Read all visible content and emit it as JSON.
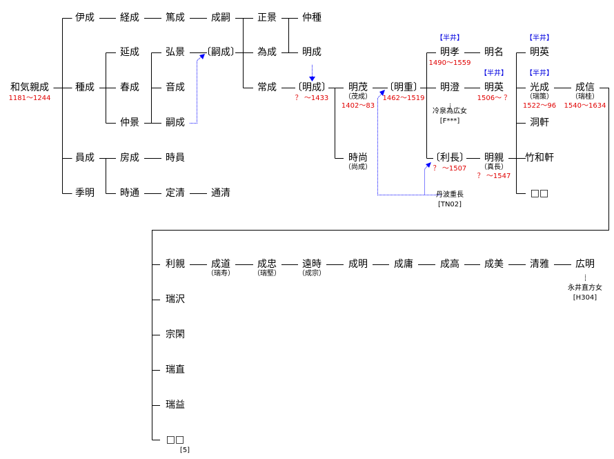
{
  "persons": {
    "chikanari": {
      "name": "和気親成",
      "date": "1181〜1244"
    },
    "korenari": {
      "name": "伊成"
    },
    "tsunenari": {
      "name": "経成"
    },
    "atsunari": {
      "name": "篤成"
    },
    "naritsugu": {
      "name": "成嗣"
    },
    "masakage": {
      "name": "正景"
    },
    "nakatane": {
      "name": "仲種"
    },
    "tanenari": {
      "name": "種成"
    },
    "nobunari": {
      "name": "延成"
    },
    "harunari": {
      "name": "春成"
    },
    "nakakage": {
      "name": "仲景"
    },
    "hirokage": {
      "name": "弘景"
    },
    "otonari": {
      "name": "音成"
    },
    "tsugunari": {
      "name": "嗣成"
    },
    "tsugunari2": {
      "name": "〔嗣成〕"
    },
    "tamenari": {
      "name": "為成"
    },
    "akinari": {
      "name": "明成"
    },
    "tsunenari2": {
      "name": "常成"
    },
    "akinari2": {
      "name": "〔明成〕",
      "date": "？ 〜1433"
    },
    "akishige": {
      "name": "明茂",
      "sub": "（茂成）",
      "date": "1402〜83"
    },
    "tokihisa": {
      "name": "時尚",
      "sub": "（尚成）"
    },
    "akishige2": {
      "name": "〔明重〕",
      "date": "1462〜1519"
    },
    "akitaka": {
      "name": "明孝",
      "tag": "【半井】",
      "date": "1490〜1559"
    },
    "akizumi": {
      "name": "明澄"
    },
    "toshinaga": {
      "name": "〔利長〕",
      "date": "？ 〜1507"
    },
    "akina": {
      "name": "明名"
    },
    "akihide": {
      "name": "明英",
      "tag": "【半井】",
      "date": "1506〜 ？"
    },
    "akichika": {
      "name": "明親",
      "sub": "（真長）",
      "date": "？ 〜1547"
    },
    "akihide2": {
      "name": "明英",
      "tag": "【半井】"
    },
    "mitsunari": {
      "name": "光成",
      "tag": "【半井】",
      "sub": "（瑞策）",
      "date": "1522〜96"
    },
    "doken": {
      "name": "洞軒"
    },
    "chikuwaken": {
      "name": "竹和軒"
    },
    "unknown1": {
      "name": "□□"
    },
    "narinobu": {
      "name": "成信",
      "sub": "（瑞桂）",
      "date": "1540〜1634"
    },
    "kazunari": {
      "name": "員成"
    },
    "fusanari": {
      "name": "房成"
    },
    "tokikazu": {
      "name": "時員"
    },
    "sueaki": {
      "name": "季明"
    },
    "tokimichi": {
      "name": "時通"
    },
    "sadakiyo": {
      "name": "定清"
    },
    "michikiyo": {
      "name": "通清"
    },
    "toshichika": {
      "name": "利親"
    },
    "narimichi": {
      "name": "成道",
      "sub": "（瑞寿）"
    },
    "naritada": {
      "name": "成忠",
      "sub": "（瑞堅）"
    },
    "tokitoki": {
      "name": "遠時",
      "sub": "（成宗）"
    },
    "nariaki": {
      "name": "成明"
    },
    "naritsune": {
      "name": "成庸"
    },
    "naritaka": {
      "name": "成高"
    },
    "nariyoshi": {
      "name": "成美"
    },
    "kiyomasa": {
      "name": "清雅"
    },
    "hiroaki": {
      "name": "広明"
    },
    "zuitaku": {
      "name": "瑞沢"
    },
    "sokan": {
      "name": "宗閑"
    },
    "zuichoku": {
      "name": "瑞直"
    },
    "zuieki": {
      "name": "瑞益"
    },
    "unknown2": {
      "name": "□□"
    }
  },
  "notes": {
    "reizei": {
      "line1": "冷泉為広女",
      "line2": "[F***]"
    },
    "tamba": {
      "line1": "丹波重長",
      "line2": "[TN02]"
    },
    "nagai": {
      "line1": "永井直方女",
      "line2": "[H304]"
    },
    "five": {
      "line1": "[5]"
    }
  },
  "colors": {
    "line": "#000000",
    "adoption": "#0000ff",
    "date": "#e00000",
    "tag": "#0000e0"
  }
}
